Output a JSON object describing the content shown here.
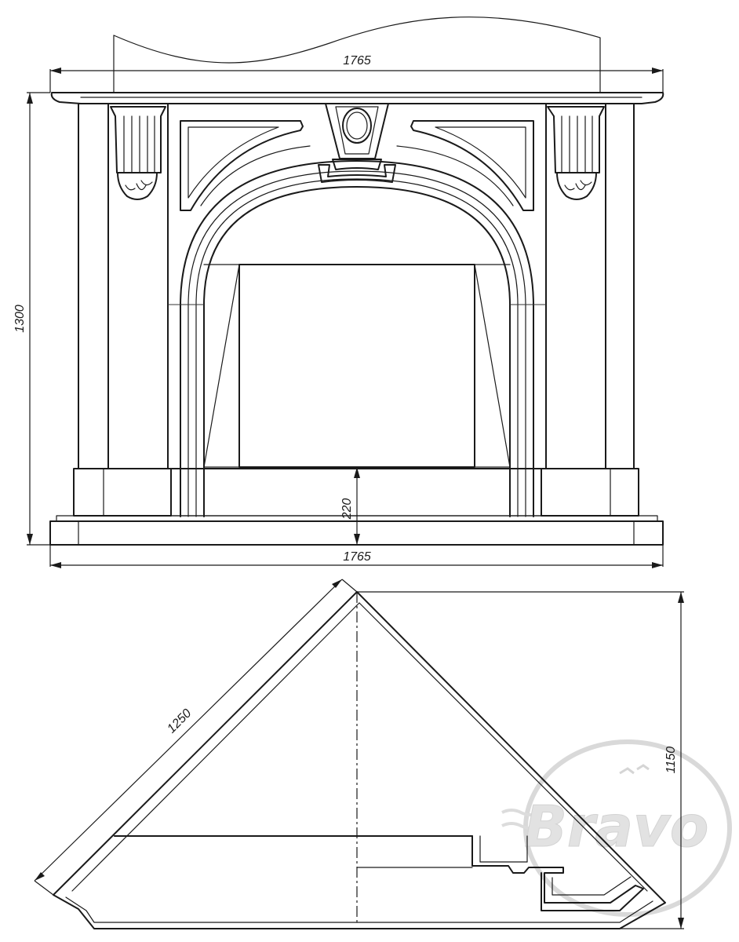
{
  "front_view": {
    "width_top": "1765",
    "width_bottom": "1765",
    "height": "1300",
    "hearth_height": "220"
  },
  "top_view": {
    "side_length": "1250",
    "depth": "1150"
  },
  "watermark": {
    "brand": "Bravo"
  }
}
